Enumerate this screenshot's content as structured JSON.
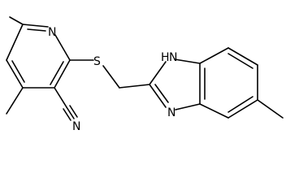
{
  "molecule": {
    "atoms": {
      "ring_n": "N",
      "sulfur": "S",
      "nitrile_n": "N",
      "nh": "N",
      "nh_h": "H",
      "imine_n": "N"
    }
  },
  "colors": {
    "bond": "#000000",
    "label": "#000000",
    "background": "#ffffff"
  }
}
